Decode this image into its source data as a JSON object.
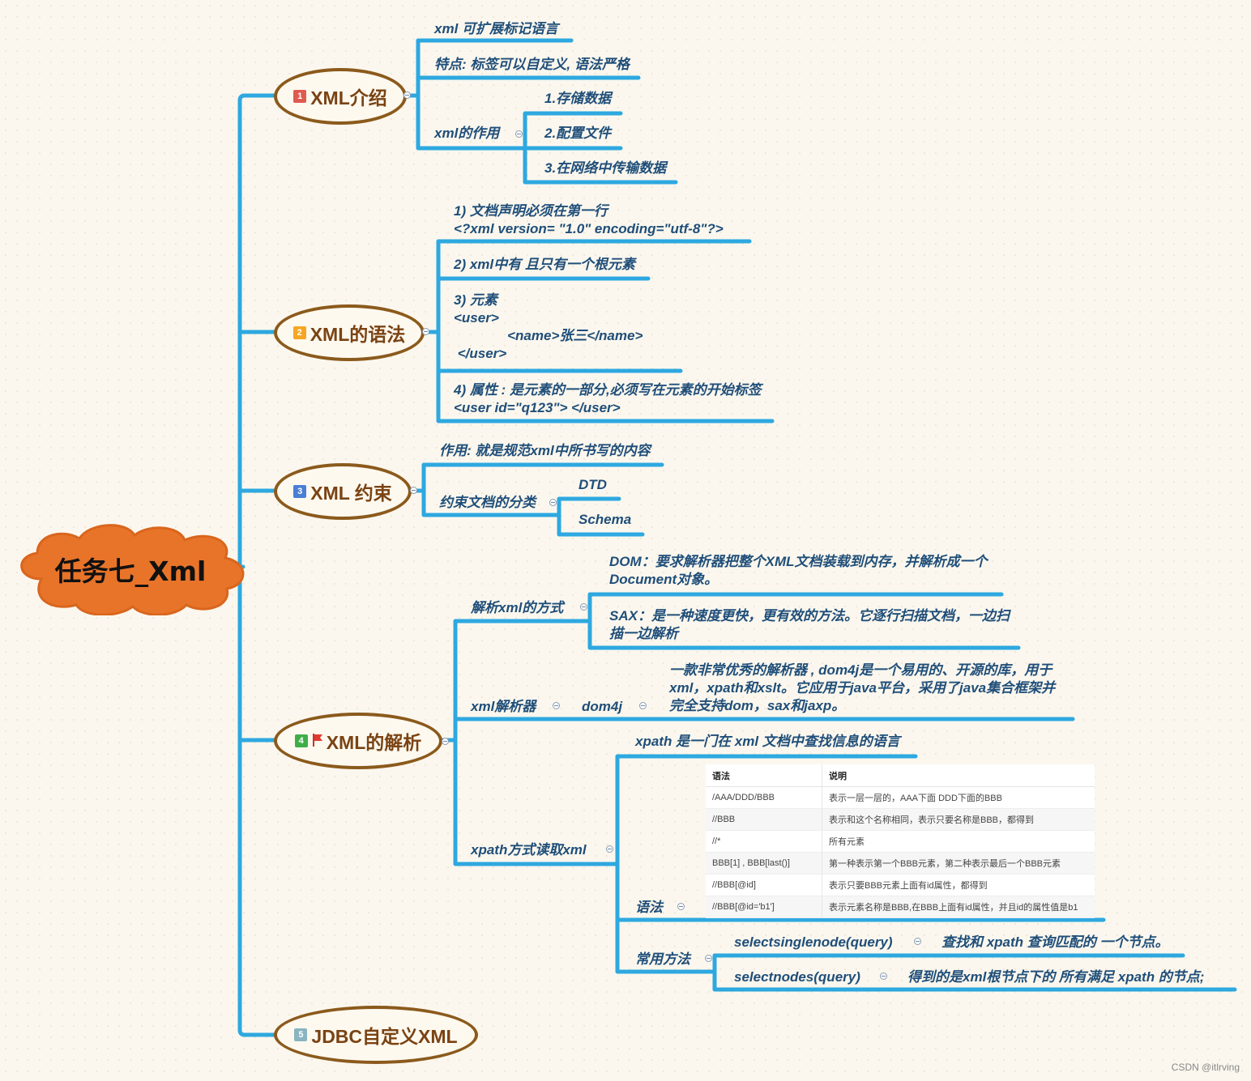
{
  "root": {
    "title": "任务七_Xml",
    "color": "#e8742a"
  },
  "colors": {
    "line": "#2ea8e0",
    "topic_border": "#8b5a1c",
    "text": "#1f4e79"
  },
  "topics": [
    {
      "num": "1",
      "badge_color": "#e05a4f",
      "label": "XML介绍"
    },
    {
      "num": "2",
      "badge_color": "#f5a623",
      "label": "XML的语法"
    },
    {
      "num": "3",
      "badge_color": "#4a7fd6",
      "label": "XML 约束"
    },
    {
      "num": "4",
      "badge_color": "#3fae49",
      "label": "XML的解析",
      "flag_icon": "red-flag-icon"
    },
    {
      "num": "5",
      "badge_color": "#8ab4c0",
      "label": "JDBC自定义XML"
    }
  ],
  "intro": {
    "def": "xml 可扩展标记语言",
    "feature": "特点: 标签可以自定义, 语法严格",
    "role": "xml的作用",
    "roles": [
      "1.存储数据",
      "2.配置文件",
      "3.在网络中传输数据"
    ]
  },
  "syntax": {
    "r1": "1) 文档声明必须在第一行\n<?xml version= \"1.0\" encoding=\"utf-8\"?>",
    "r2": "2) xml中有 且只有一个根元素",
    "r3": "3) 元素\n<user>\n              <name>张三</name>\n </user>",
    "r4": "4) 属性 : 是元素的一部分,必须写在元素的开始标签\n<user id=\"q123\"> </user>"
  },
  "constraint": {
    "role": "作用: 就是规范xml中所书写的内容",
    "cat": "约束文档的分类",
    "cats": [
      "DTD",
      "Schema"
    ]
  },
  "parse": {
    "ways": "解析xml的方式",
    "dom": "DOM：要求解析器把整个XML文档装载到内存，并解析成一个\nDocument对象。",
    "sax": "SAX：是一种速度更快，更有效的方法。它逐行扫描文档，一边扫\n描一边解析",
    "parser": "xml解析器",
    "dom4j": "dom4j",
    "dom4j_desc": "一款非常优秀的解析器 , dom4j是一个易用的、开源的库，用于\nxml，xpath和xslt。它应用于java平台，采用了java集合框架并\n完全支持dom，sax和jaxp。",
    "xpath": "xpath方式读取xml",
    "xpath_def": "xpath 是一门在 xml 文档中查找信息的语言",
    "grammar": "语法",
    "methods": "常用方法",
    "m1": "selectsinglenode(query)",
    "m1_desc": "查找和 xpath 查询匹配的 一个节点。",
    "m2": "selectnodes(query)",
    "m2_desc": "得到的是xml根节点下的 所有满足 xpath 的节点;",
    "table": {
      "headers": [
        "语法",
        "说明"
      ],
      "rows": [
        [
          "/AAA/DDD/BBB",
          "表示一层一层的，AAA下面 DDD下面的BBB"
        ],
        [
          "//BBB",
          "表示和这个名称相同，表示只要名称是BBB，都得到"
        ],
        [
          "//*",
          "所有元素"
        ],
        [
          "BBB[1] , BBB[last()]",
          "第一种表示第一个BBB元素，第二种表示最后一个BBB元素"
        ],
        [
          "//BBB[@id]",
          "表示只要BBB元素上面有id属性，都得到"
        ],
        [
          "//BBB[@id='b1']",
          "表示元素名称是BBB,在BBB上面有id属性，并且id的属性值是b1"
        ]
      ]
    }
  },
  "watermark": "CSDN @itlrving"
}
